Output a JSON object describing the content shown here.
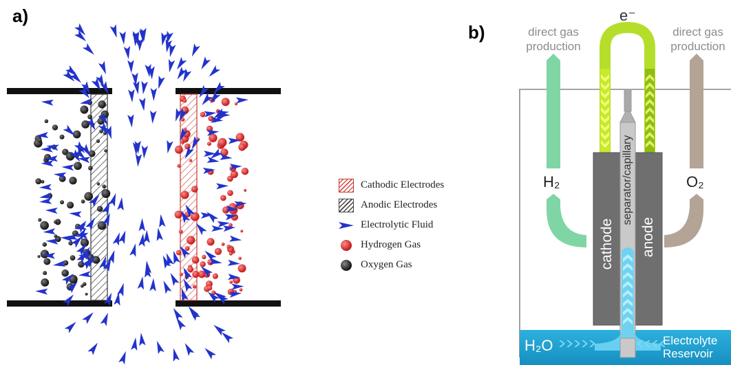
{
  "panel_a": {
    "label": "a)",
    "legend": [
      {
        "label": "Cathodic Electrodes",
        "icon": "cathode-hatch-icon"
      },
      {
        "label": "Anodic Electrodes",
        "icon": "anode-hatch-icon"
      },
      {
        "label": "Electrolytic Fluid",
        "icon": "blue-arrow-icon"
      },
      {
        "label": "Hydrogen Gas",
        "icon": "red-bubble-icon"
      },
      {
        "label": "Oxygen Gas",
        "icon": "black-bubble-icon"
      }
    ],
    "colors": {
      "arrow": "#2233cc",
      "hydrogen": "#d62828",
      "oxygen": "#1a1a1a",
      "cathode": "#d9534f",
      "anode": "#333333"
    }
  },
  "panel_b": {
    "label": "b)",
    "electron": "e⁻",
    "left_caption": [
      "direct gas",
      "production"
    ],
    "right_caption": [
      "direct gas",
      "production"
    ],
    "h2": "H₂",
    "o2": "O₂",
    "cathode": "cathode",
    "anode": "anode",
    "separator": "separator/capillary",
    "water": "H₂O",
    "reservoir": [
      "Electrolyte",
      "Reservoir"
    ],
    "colors": {
      "h2_arrow": "#7fd6a4",
      "o2_arrow": "#b0a090",
      "wire": "#a8d51c",
      "electrode": "#6e6e6e",
      "water": "#29a9d6",
      "reservoir": "#1f9ccc"
    }
  }
}
